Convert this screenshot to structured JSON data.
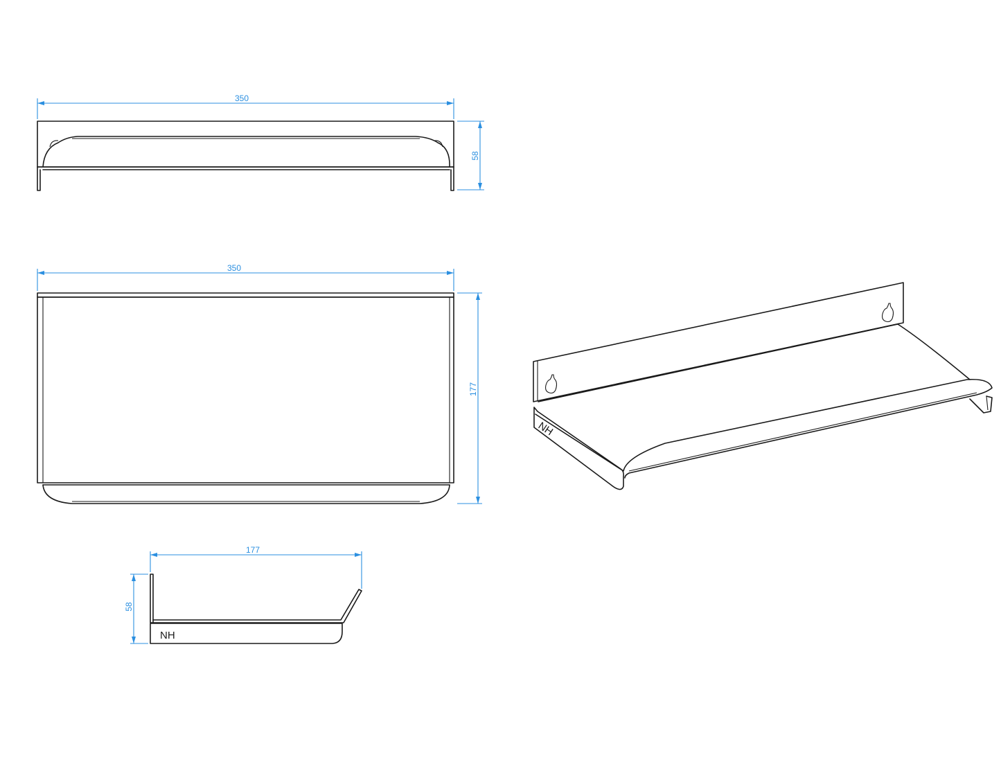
{
  "views": {
    "front": {
      "width_dimension": "350",
      "height_dimension": "58"
    },
    "top": {
      "width_dimension": "350",
      "depth_dimension": "177"
    },
    "side": {
      "depth_dimension": "177",
      "height_dimension": "58",
      "logo_text": "NH"
    },
    "isometric": {
      "logo_text": "NH"
    }
  },
  "colors": {
    "dimension": "#2b8fe0",
    "outline": "#1a1a1a",
    "background": "#ffffff"
  }
}
